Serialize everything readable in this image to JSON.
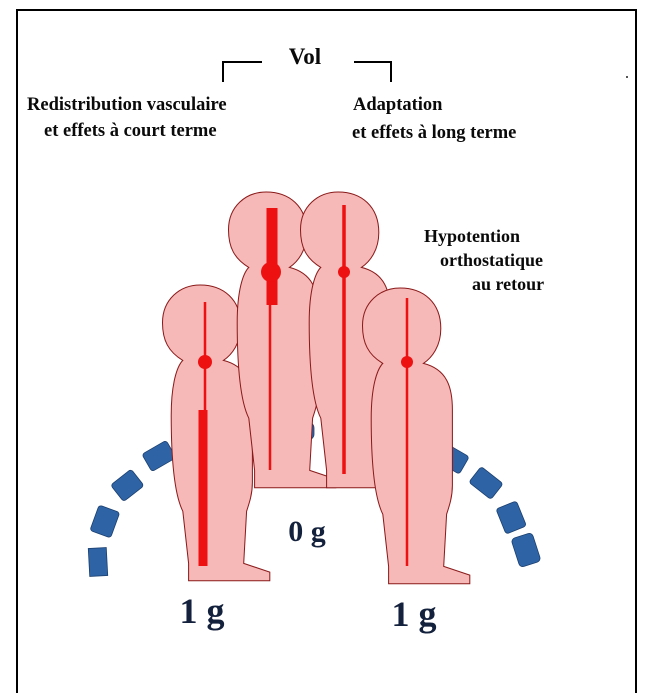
{
  "header": {
    "flight_label": "Vol",
    "left_label_line1": "Redistribution vasculaire",
    "left_label_line2": "et effets à court terme",
    "right_label_line1": "Adaptation",
    "right_label_line2": "et effets à long terme"
  },
  "annotation": {
    "line1": "Hypotention",
    "line2": "orthostatique",
    "line3": "au retour"
  },
  "gravity": {
    "left": "1 g",
    "center": "0 g",
    "right": "1 g"
  },
  "colors": {
    "body_fill": "#f7b8b8",
    "body_outline": "#8a1a1a",
    "vessel": "#ee1111",
    "arc_blocks": "#2e64a6",
    "text": "#0a0a0a"
  }
}
